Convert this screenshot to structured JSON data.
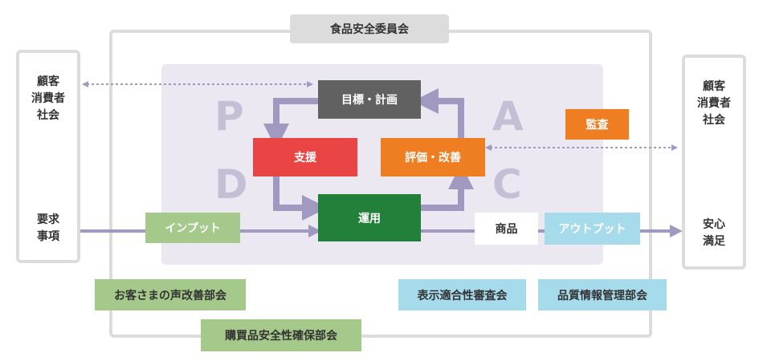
{
  "committee_label": "食品安全委員会",
  "left_panel": {
    "top_text": "顧客\n消費者\n社会",
    "bottom_text": "要求\n事項"
  },
  "right_panel": {
    "top_text": "顧客\n消費者\n社会",
    "bottom_text": "安心\n満足"
  },
  "pdca": {
    "p": "P",
    "d": "D",
    "a": "A",
    "c": "C"
  },
  "nodes": {
    "goal": "目標・計画",
    "support": "支援",
    "evaluation": "評価・改善",
    "operation": "運用",
    "audit": "監査",
    "input": "インプット",
    "product": "商品",
    "output": "アウトプット"
  },
  "subcommittees": {
    "customer_voice": "お客さまの声改善部会",
    "labeling": "表示適合性審査会",
    "quality_info": "品質情報管理部会",
    "purchased_safety": "購買品安全性確保部会"
  },
  "colors": {
    "goal": "#616161",
    "support": "#e94545",
    "evaluation": "#ef7d22",
    "operation": "#23803b",
    "audit": "#ef7d22",
    "input": "#a5c98a",
    "output": "#a6dbec",
    "green_label": "#a5c98a",
    "blue_label": "#a6dbec",
    "committee": "#dcdcdc",
    "arrow": "#a199c0",
    "pdca_letter": "#c5bfd6"
  }
}
